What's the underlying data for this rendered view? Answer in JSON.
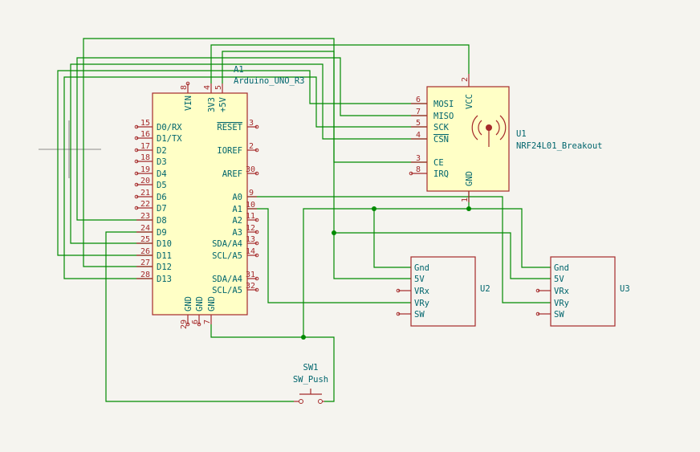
{
  "arduino": {
    "ref": "A1",
    "value": "Arduino_UNO_R3",
    "left_pins": [
      {
        "num": "15",
        "name": "D0/RX"
      },
      {
        "num": "16",
        "name": "D1/TX"
      },
      {
        "num": "17",
        "name": "D2"
      },
      {
        "num": "18",
        "name": "D3"
      },
      {
        "num": "19",
        "name": "D4"
      },
      {
        "num": "20",
        "name": "D5"
      },
      {
        "num": "21",
        "name": "D6"
      },
      {
        "num": "22",
        "name": "D7"
      },
      {
        "num": "23",
        "name": "D8"
      },
      {
        "num": "24",
        "name": "D9"
      },
      {
        "num": "25",
        "name": "D10"
      },
      {
        "num": "26",
        "name": "D11"
      },
      {
        "num": "27",
        "name": "D12"
      },
      {
        "num": "28",
        "name": "D13"
      }
    ],
    "right_pins": [
      {
        "num": "3",
        "name": "RESET"
      },
      {
        "num": "2",
        "name": "IOREF"
      },
      {
        "num": "30",
        "name": "AREF"
      },
      {
        "num": "9",
        "name": "A0"
      },
      {
        "num": "10",
        "name": "A1"
      },
      {
        "num": "11",
        "name": "A2"
      },
      {
        "num": "12",
        "name": "A3"
      },
      {
        "num": "13",
        "name": "SDA/A4"
      },
      {
        "num": "14",
        "name": "SCL/A5"
      },
      {
        "num": "31",
        "name": "SDA/A4"
      },
      {
        "num": "32",
        "name": "SCL/A5"
      }
    ],
    "top_pins": [
      {
        "num": "8",
        "name": "VIN"
      },
      {
        "num": "4",
        "name": "3V3"
      },
      {
        "num": "5",
        "name": "+5V"
      }
    ],
    "bottom_pins": [
      {
        "num": "29",
        "name": "GND"
      },
      {
        "num": "6",
        "name": "GND"
      },
      {
        "num": "7",
        "name": "GND"
      }
    ]
  },
  "nrf": {
    "ref": "U1",
    "value": "NRF24L01_Breakout",
    "left_pins": [
      {
        "num": "6",
        "name": "MOSI"
      },
      {
        "num": "7",
        "name": "MISO"
      },
      {
        "num": "5",
        "name": "SCK"
      },
      {
        "num": "4",
        "name": "CSN"
      },
      {
        "num": "3",
        "name": "CE"
      },
      {
        "num": "8",
        "name": "IRQ"
      }
    ],
    "top_pin": {
      "num": "2",
      "name": "VCC"
    },
    "bottom_pin": {
      "num": "1",
      "name": "GND"
    }
  },
  "joystick1": {
    "ref": "U2",
    "pins": [
      "Gnd",
      "5V",
      "VRx",
      "VRy",
      "SW"
    ]
  },
  "joystick2": {
    "ref": "U3",
    "pins": [
      "Gnd",
      "5V",
      "VRx",
      "VRy",
      "SW"
    ]
  },
  "switch": {
    "ref": "SW1",
    "value": "SW_Push"
  },
  "colors": {
    "wire": "#008a00",
    "pin": "#a52a2a",
    "body_fill": "#ffffc6",
    "label": "#00656d",
    "background": "#f5f4ef"
  }
}
